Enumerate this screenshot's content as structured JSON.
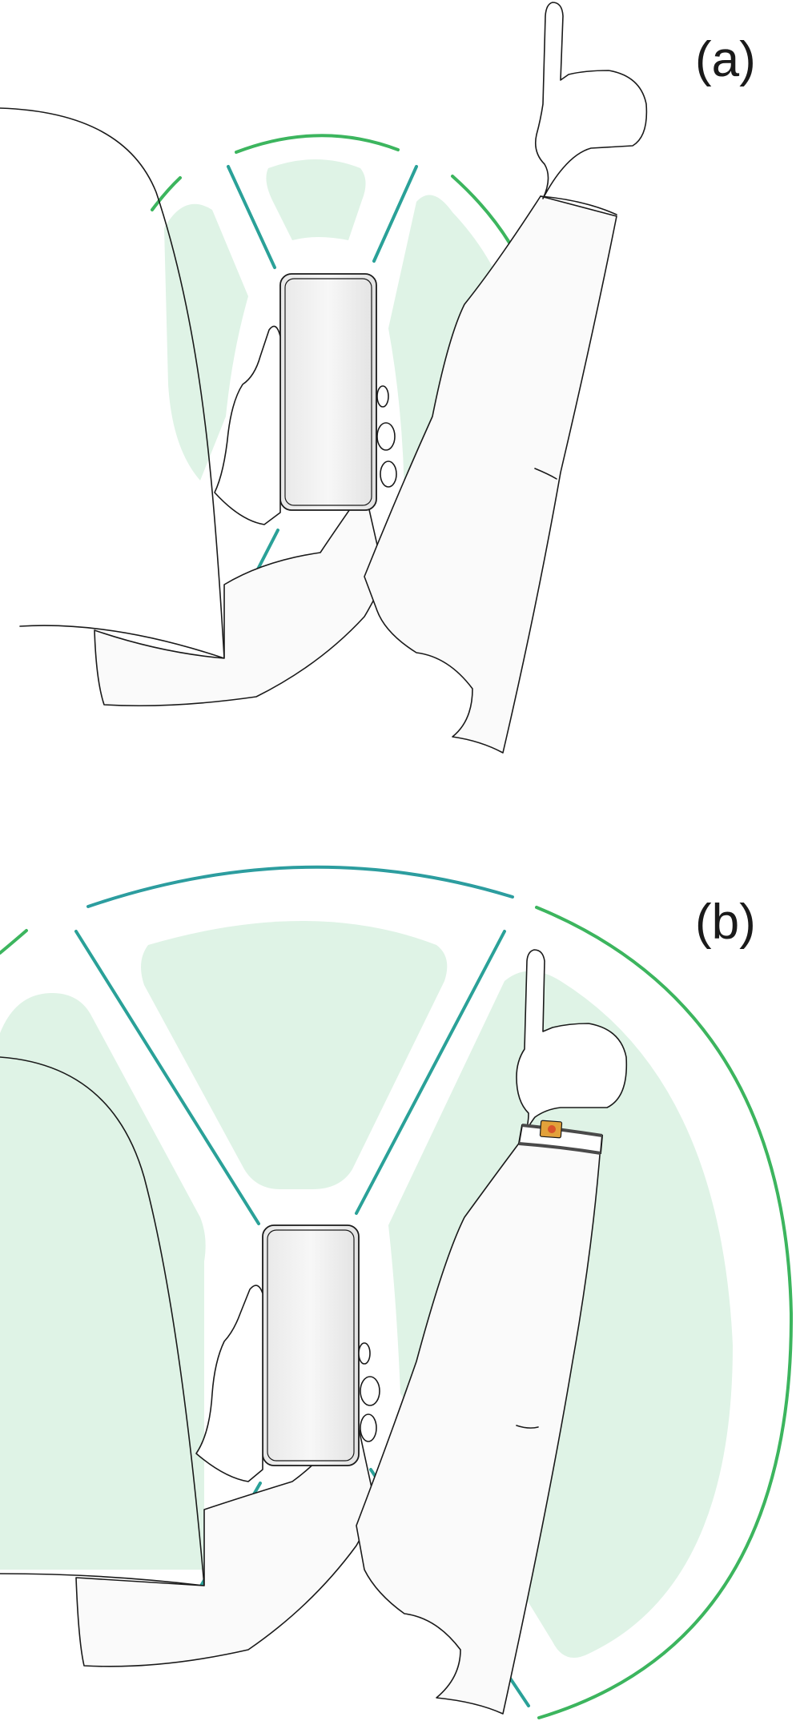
{
  "panels": [
    {
      "id": "a",
      "label": "(a)"
    },
    {
      "id": "b",
      "label": "(b)"
    }
  ],
  "colors": {
    "zone_fill": "#dff3e6",
    "divider_teal": "#2aa198",
    "range_arc_green": "#3cb55e",
    "outline": "#1a1a1a",
    "wristband_accent": "#e2a13a",
    "wristband_sensor": "#d9532b"
  }
}
